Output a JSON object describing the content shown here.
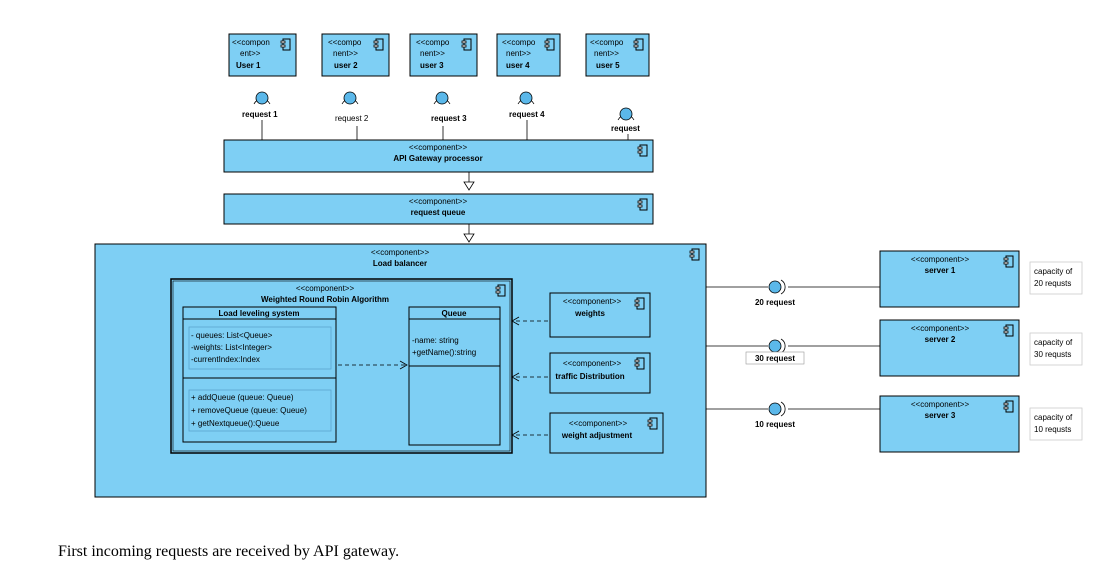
{
  "users": [
    {
      "stereo": [
        "<<compon",
        "ent>>"
      ],
      "name": "User 1",
      "request": "request 1"
    },
    {
      "stereo": [
        "<<compo",
        "nent>>"
      ],
      "name": "user 2",
      "request": "request 2"
    },
    {
      "stereo": [
        "<<compo",
        "nent>>"
      ],
      "name": "user 3",
      "request": "request 3"
    },
    {
      "stereo": [
        "<<compo",
        "nent>>"
      ],
      "name": "user 4",
      "request": "request 4"
    },
    {
      "stereo": [
        "<<compo",
        "nent>>"
      ],
      "name": "user 5",
      "request": "request"
    }
  ],
  "stereotype": "<<component>>",
  "gateway": {
    "name": "API Gateway processor"
  },
  "queue_box": {
    "name": "request queue"
  },
  "load_balancer": {
    "name": "Load balancer"
  },
  "algorithm": {
    "name": "Weighted Round Robin Algorithm"
  },
  "leveling": {
    "title": "Load leveling system",
    "attributes": [
      "- queues: List<Queue>",
      "-weights: List<Integer>",
      "-currentIndex:Index"
    ],
    "operations": [
      "+ addQueue (queue: Queue)",
      "+ removeQueue (queue: Queue)",
      "+ getNextqueue():Queue"
    ]
  },
  "queue_class": {
    "title": "Queue",
    "members": [
      "-name: string",
      "+getName():string"
    ]
  },
  "side_components": [
    {
      "name": "weights"
    },
    {
      "name": "traffic Distribution"
    },
    {
      "name": "weight adjustment"
    }
  ],
  "servers": [
    {
      "name": "server 1",
      "link": "20 request",
      "capacity": [
        "capacity of",
        "20 requsts"
      ]
    },
    {
      "name": "server 2",
      "link": "30 request",
      "capacity": [
        "capacity of",
        "30 requsts"
      ]
    },
    {
      "name": "server 3",
      "link": "10 request",
      "capacity": [
        "capacity of",
        "10 requsts"
      ]
    }
  ],
  "caption": "First incoming requests are received by API gateway.",
  "colors": {
    "fill": "#7ecff4",
    "stroke": "#000000",
    "interface": "#5bb8ea"
  }
}
